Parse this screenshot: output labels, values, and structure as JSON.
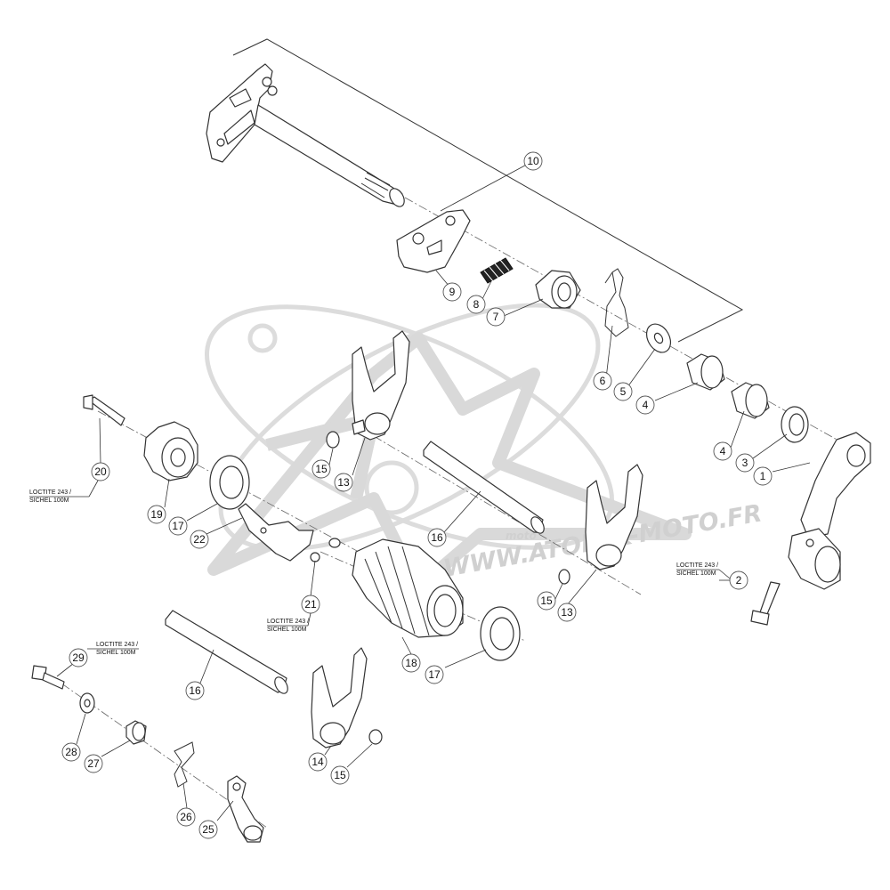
{
  "watermark": {
    "text": "WWW.ATOMIK-MOTO.FR",
    "small_text": "moto"
  },
  "callouts": [
    "1",
    "2",
    "3",
    "4",
    "4",
    "5",
    "6",
    "7",
    "8",
    "9",
    "10",
    "13",
    "13",
    "14",
    "15",
    "15",
    "15",
    "16",
    "16",
    "17",
    "17",
    "18",
    "19",
    "20",
    "21",
    "22",
    "25",
    "26",
    "27",
    "28",
    "29"
  ],
  "notes": [
    {
      "line1": "LOCTITE 243 /",
      "line2": "SICHEL 100M"
    },
    {
      "line1": "LOCTITE 243 /",
      "line2": "SICHEL 100M"
    },
    {
      "line1": "LOCTITE 243 /",
      "line2": "SICHEL 100M"
    },
    {
      "line1": "LOCTITE 243 /",
      "line2": "SICHEL 100M"
    }
  ]
}
